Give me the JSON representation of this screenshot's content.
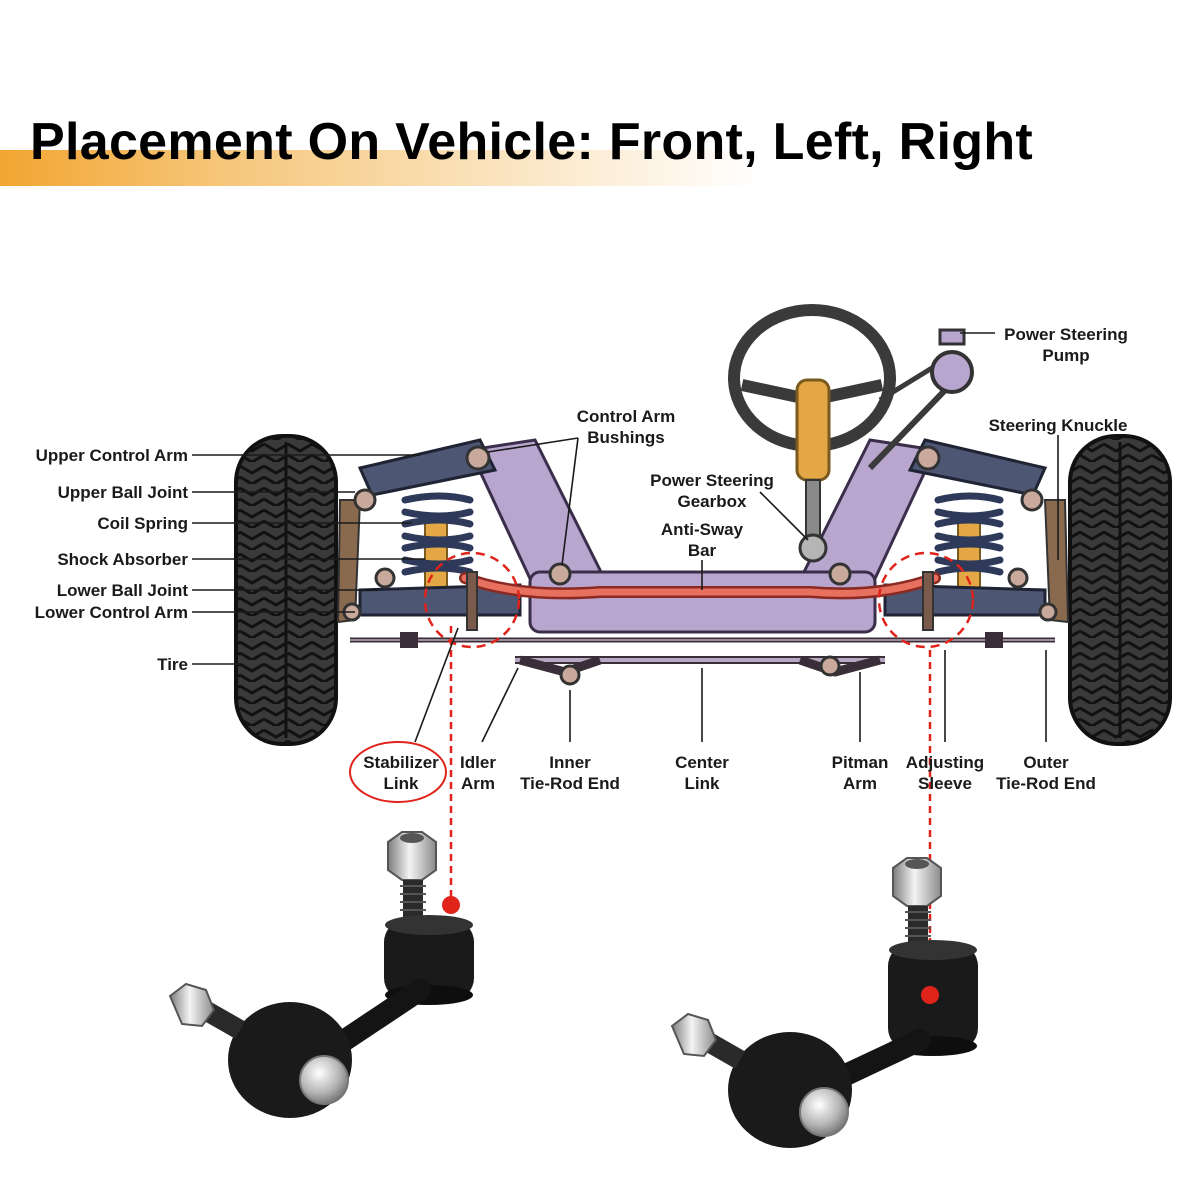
{
  "title": "Placement On Vehicle: Front, Left, Right",
  "colors": {
    "accent_band": "#f2a531",
    "frame": "#b9a6cf",
    "control_arm": "#4d5673",
    "anti_sway_bar": "#e8705f",
    "highlight": "#e0241b",
    "tire": "#2b2b2b",
    "shock": "#e3a845",
    "part_black": "#1a1a1a"
  },
  "icons": [
    "steering-wheel-icon",
    "tire-icon",
    "coil-spring-icon",
    "stabilizer-link-part-icon",
    "locknut-icon"
  ],
  "labels": {
    "upper_control_arm": "Upper Control Arm",
    "upper_ball_joint": "Upper Ball Joint",
    "coil_spring": "Coil Spring",
    "shock_absorber": "Shock Absorber",
    "lower_ball_joint": "Lower Ball Joint",
    "lower_control_arm": "Lower Control Arm",
    "tire": "Tire",
    "control_arm_bushings": [
      "Control Arm",
      "Bushings"
    ],
    "power_steering_gearbox": [
      "Power Steering",
      "Gearbox"
    ],
    "anti_sway_bar": [
      "Anti-Sway",
      "Bar"
    ],
    "power_steering_pump": [
      "Power Steering",
      "Pump"
    ],
    "steering_knuckle": "Steering Knuckle",
    "stabilizer_link": [
      "Stabilizer",
      "Link"
    ],
    "idler_arm": [
      "Idler",
      "Arm"
    ],
    "inner_tie_rod_end": [
      "Inner",
      "Tie-Rod End"
    ],
    "center_link": [
      "Center",
      "Link"
    ],
    "pitman_arm": [
      "Pitman",
      "Arm"
    ],
    "adjusting_sleeve": [
      "Adjusting",
      "Sleeve"
    ],
    "outer_tie_rod_end": [
      "Outer",
      "Tie-Rod End"
    ]
  }
}
